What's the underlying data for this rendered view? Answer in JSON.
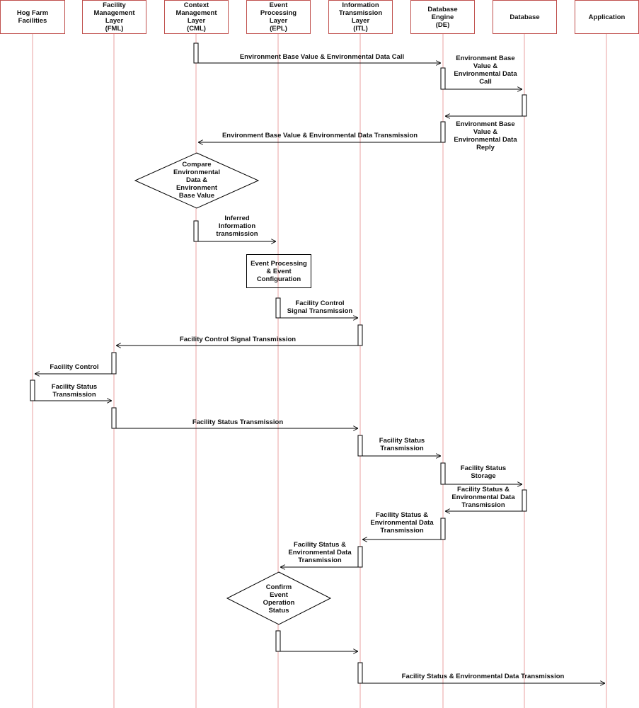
{
  "participants": [
    {
      "key": "hog",
      "label": "Hog Farm\nFacilities"
    },
    {
      "key": "fml",
      "label": "Facility\nManagement\nLayer\n(FML)"
    },
    {
      "key": "cml",
      "label": "Context\nManagement\nLayer\n(CML)"
    },
    {
      "key": "epl",
      "label": "Event\nProcessing\nLayer\n(EPL)"
    },
    {
      "key": "itl",
      "label": "Information\nTransmission\nLayer\n(ITL)"
    },
    {
      "key": "de",
      "label": "Database\nEngine\n(DE)"
    },
    {
      "key": "db",
      "label": "Database"
    },
    {
      "key": "app",
      "label": "Application"
    }
  ],
  "messages": {
    "cml_de_call": "Environment Base Value  & Environmental Data Call",
    "de_db_call": "Environment Base\nValue  &\nEnvironmental Data\nCall",
    "db_de_reply": "Environment Base\nValue  &\nEnvironmental Data\nReply",
    "de_cml_transmission": "Environment Base Value  & Environmental Data Transmission",
    "cml_epl_inferred": "Inferred\nInformation\ntransmission",
    "epl_itl_control": "Facility Control\nSignal Transmission",
    "itl_fml_control": "Facility Control Signal Transmission",
    "fml_hog_control": "Facility Control",
    "hog_fml_status": "Facility Status\nTransmission",
    "fml_itl_status": "Facility Status Transmission",
    "itl_de_status": "Facility Status\nTransmission",
    "de_db_storage": "Facility Status\nStorage",
    "db_de_status_env": "Facility Status &\nEnvironmental Data\nTransmission",
    "de_itl_status_env": "Facility Status &\nEnvironmental Data\nTransmission",
    "itl_epl_status_env": "Facility Status &\nEnvironmental Data\nTransmission",
    "itl_app_status_env": "Facility Status & Environmental Data Transmission"
  },
  "decisions": {
    "compare": "Compare\nEnvironmental\nData &\nEnvironment\nBase Value",
    "confirm": "Confirm\nEvent\nOperation\nStatus"
  },
  "process": {
    "event_processing": "Event Processing\n& Event\nConfiguration"
  },
  "colors": {
    "participant_border": "#c0504d",
    "lifeline": "#e8a0a0",
    "line": "#000000"
  }
}
